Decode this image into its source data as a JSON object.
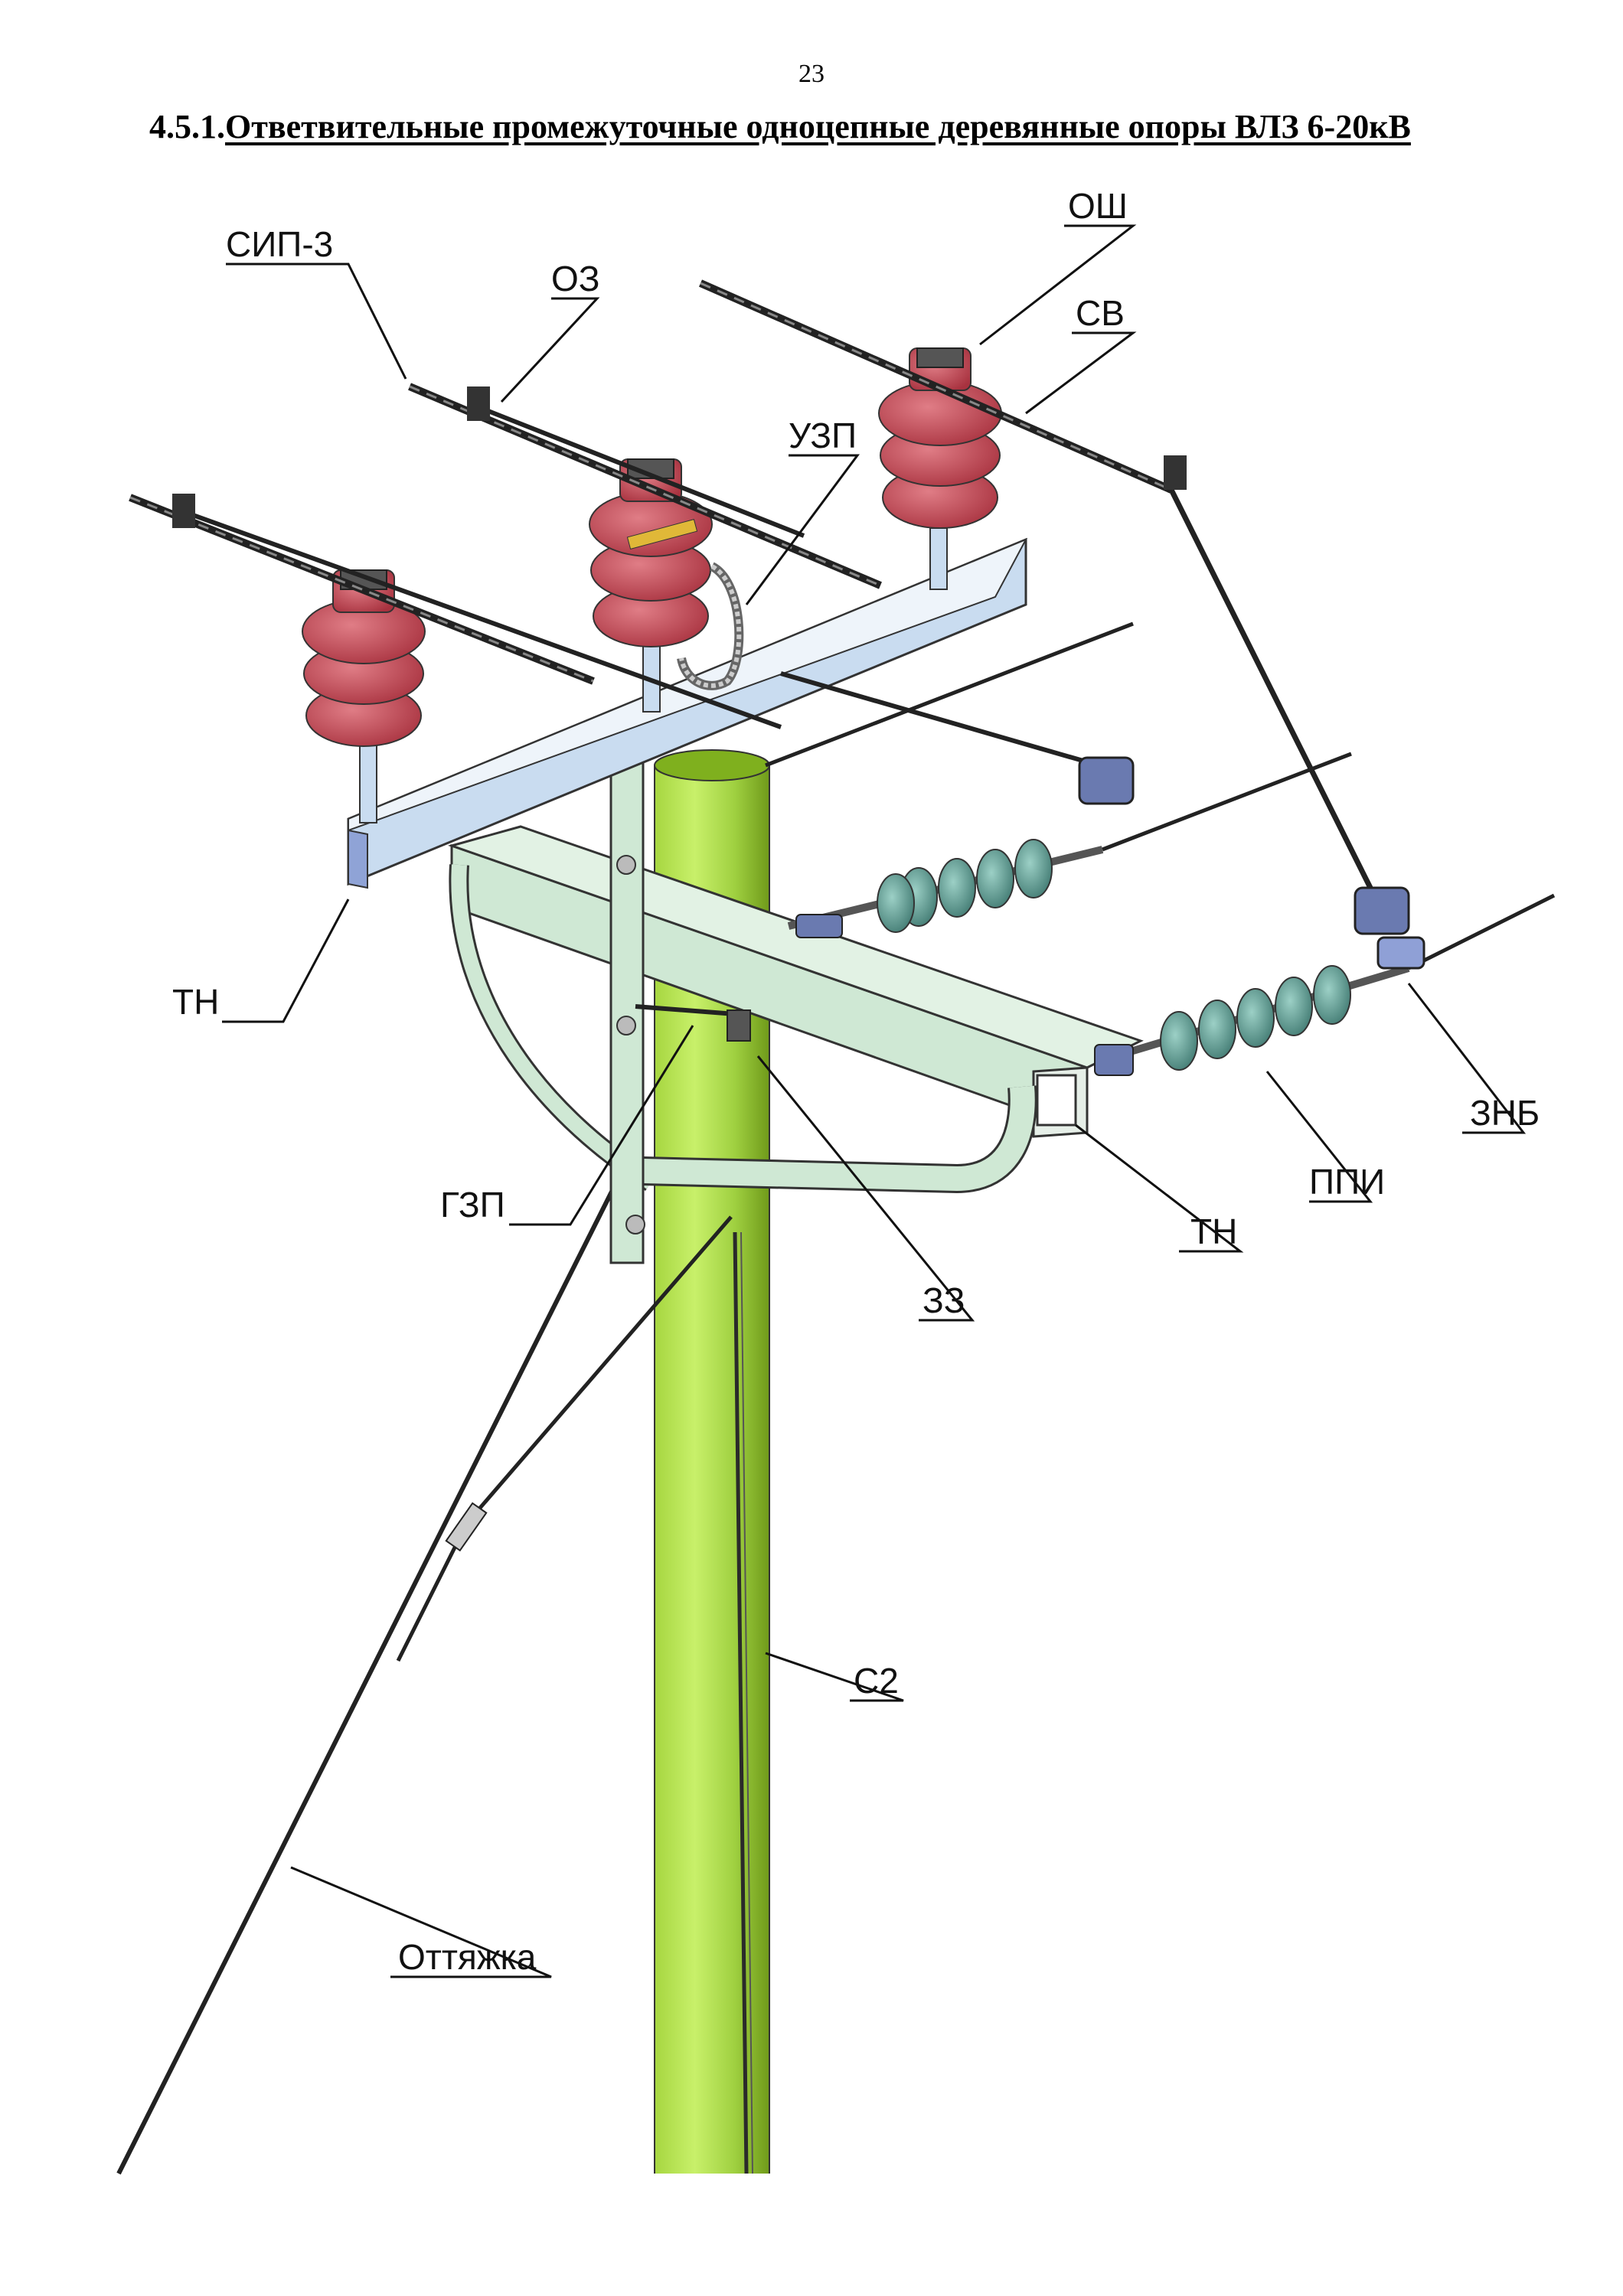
{
  "page_number": "23",
  "title": {
    "section": "4.5.1.",
    "text": "Ответвительные промежуточные одноцепные деревянные опоры ВЛЗ 6-20кВ"
  },
  "callouts": {
    "sip3": "СИП-3",
    "oz": "ОЗ",
    "osh": "ОШ",
    "sv": "СВ",
    "uzp": "УЗП",
    "tn_left": "ТН",
    "tn_right": "ТН",
    "znb": "ЗНБ",
    "ppi": "ППИ",
    "gzp": "ГЗП",
    "zz": "ЗЗ",
    "c2": "С2",
    "guy": "Оттяжка"
  },
  "colors": {
    "pole_light": "#c8f06a",
    "pole_dark": "#7fb01e",
    "insulator": "#c8505a",
    "insulator_dark": "#8e2a35",
    "crossarm": "#c9dcf0",
    "crossarm_box": "#cfe8d4",
    "suspension_insulator": "#5e9a92",
    "wire": "#222222",
    "clamp": "#6a7ab0"
  }
}
